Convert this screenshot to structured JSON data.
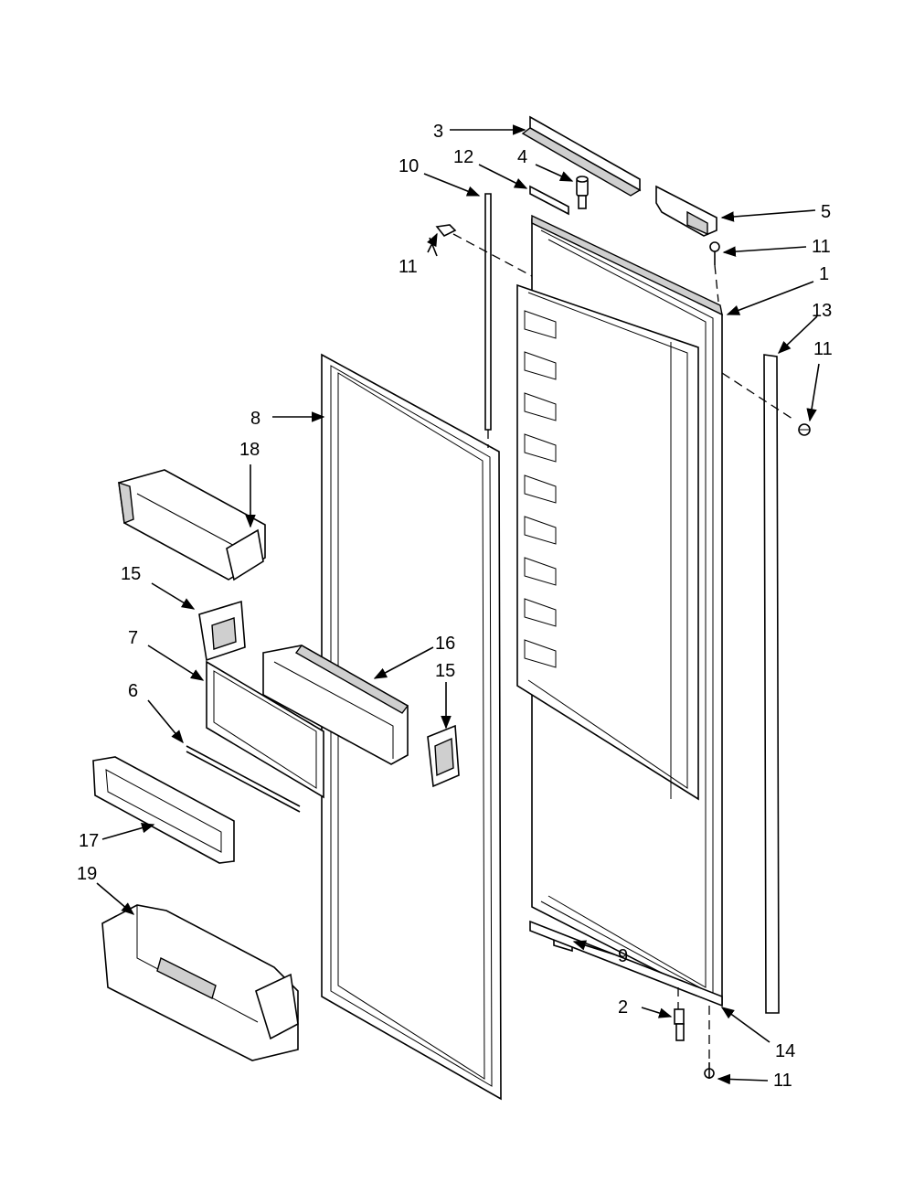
{
  "diagram": {
    "callouts": [
      {
        "id": "c-3",
        "text": "3"
      },
      {
        "id": "c-10",
        "text": "10"
      },
      {
        "id": "c-12",
        "text": "12"
      },
      {
        "id": "c-4",
        "text": "4"
      },
      {
        "id": "c-5",
        "text": "5"
      },
      {
        "id": "c-11a",
        "text": "11"
      },
      {
        "id": "c-11b",
        "text": "11"
      },
      {
        "id": "c-1",
        "text": "1"
      },
      {
        "id": "c-13",
        "text": "13"
      },
      {
        "id": "c-11c",
        "text": "11"
      },
      {
        "id": "c-8",
        "text": "8"
      },
      {
        "id": "c-18",
        "text": "18"
      },
      {
        "id": "c-15a",
        "text": "15"
      },
      {
        "id": "c-7",
        "text": "7"
      },
      {
        "id": "c-16",
        "text": "16"
      },
      {
        "id": "c-15b",
        "text": "15"
      },
      {
        "id": "c-6",
        "text": "6"
      },
      {
        "id": "c-17",
        "text": "17"
      },
      {
        "id": "c-19",
        "text": "19"
      },
      {
        "id": "c-9",
        "text": "9"
      },
      {
        "id": "c-2",
        "text": "2"
      },
      {
        "id": "c-14",
        "text": "14"
      },
      {
        "id": "c-11d",
        "text": "11"
      }
    ]
  }
}
